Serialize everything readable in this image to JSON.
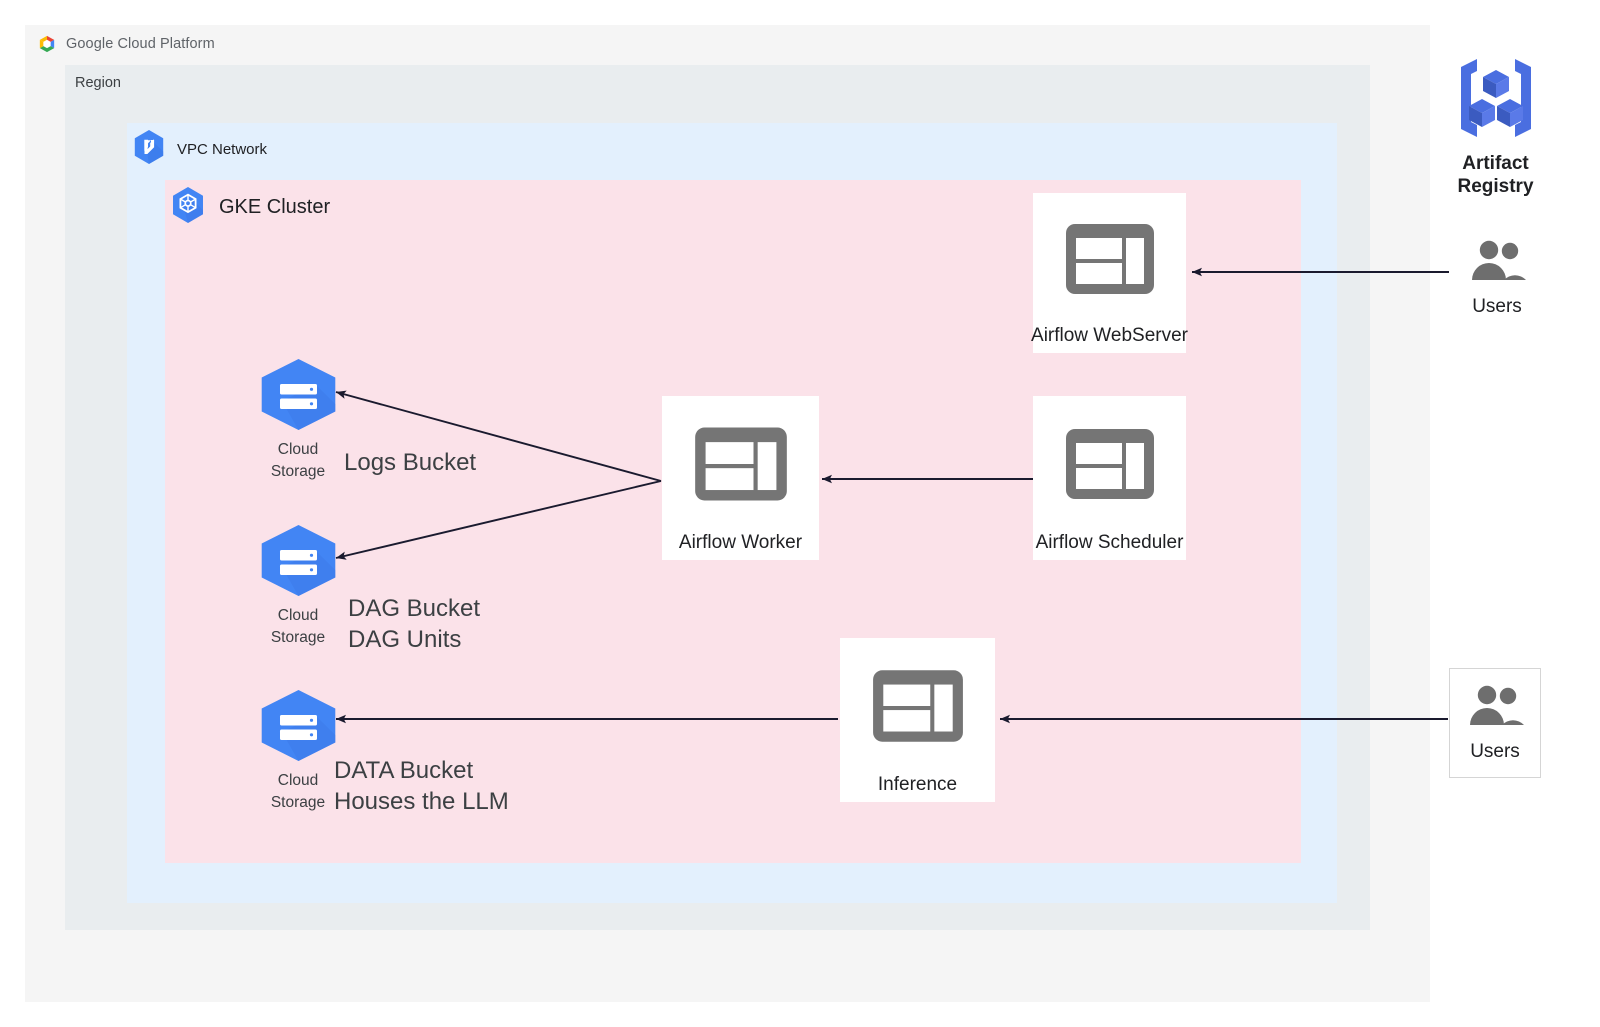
{
  "platform": {
    "logo_icon": "google-cloud-hexagon-logo",
    "brand_google": "Google",
    "brand_cloud_platform": " Cloud Platform"
  },
  "region": {
    "label": "Region"
  },
  "vpc": {
    "label": "VPC Network",
    "icon": "vpc-network-hexagon-icon"
  },
  "gke": {
    "label": "GKE Cluster",
    "icon": "gke-cluster-hexagon-icon"
  },
  "nodes": [
    {
      "id": "airflow-webserver",
      "label": "Airflow WebServer",
      "icon": "dashboard-layout-icon"
    },
    {
      "id": "airflow-worker",
      "label": "Airflow Worker",
      "icon": "dashboard-layout-icon"
    },
    {
      "id": "airflow-scheduler",
      "label": "Airflow Scheduler",
      "icon": "dashboard-layout-icon"
    },
    {
      "id": "inference",
      "label": "Inference",
      "icon": "dashboard-layout-icon"
    }
  ],
  "storage_nodes": [
    {
      "id": "logs-bucket",
      "product_label": "Cloud\nStorage",
      "icon": "cloud-storage-hexagon-icon",
      "annotation": "Logs Bucket"
    },
    {
      "id": "dag-bucket",
      "product_label": "Cloud\nStorage",
      "icon": "cloud-storage-hexagon-icon",
      "annotation": "DAG Bucket\nDAG Units"
    },
    {
      "id": "data-bucket",
      "product_label": "Cloud\nStorage",
      "icon": "cloud-storage-hexagon-icon",
      "annotation": "DATA Bucket\nHouses the LLM"
    }
  ],
  "artifact_registry": {
    "label": "Artifact\nRegistry",
    "icon": "artifact-registry-icon"
  },
  "users": [
    {
      "id": "users-top",
      "label": "Users",
      "icon": "users-group-icon"
    },
    {
      "id": "users-bottom",
      "label": "Users",
      "icon": "users-group-icon"
    }
  ],
  "colors": {
    "page_background": "#ffffff",
    "gcp_container": "#f5f5f5",
    "region_container": "#e9edef",
    "vpc_container": "#e3f0fd",
    "gke_container": "#fbe2e9",
    "gcp_blue": "#4285f4",
    "node_icon_gray": "#757575",
    "arrow": "#1a1a2e",
    "artifact_blue": "#4a6ee0",
    "text_primary": "#202124",
    "text_secondary": "#3c4043"
  },
  "edges": [
    {
      "id": "users-top-to-webserver",
      "from": "users-top",
      "to": "airflow-webserver",
      "direction": "left"
    },
    {
      "id": "worker-to-logs-bucket",
      "from": "airflow-worker",
      "to": "logs-bucket",
      "direction": "left"
    },
    {
      "id": "worker-to-dag-bucket",
      "from": "airflow-worker",
      "to": "dag-bucket",
      "direction": "left"
    },
    {
      "id": "scheduler-to-worker",
      "from": "airflow-scheduler",
      "to": "airflow-worker",
      "direction": "left"
    },
    {
      "id": "users-bottom-to-inference",
      "from": "users-bottom",
      "to": "inference",
      "direction": "left"
    },
    {
      "id": "inference-to-data-bucket",
      "from": "inference",
      "to": "data-bucket",
      "direction": "left"
    }
  ]
}
